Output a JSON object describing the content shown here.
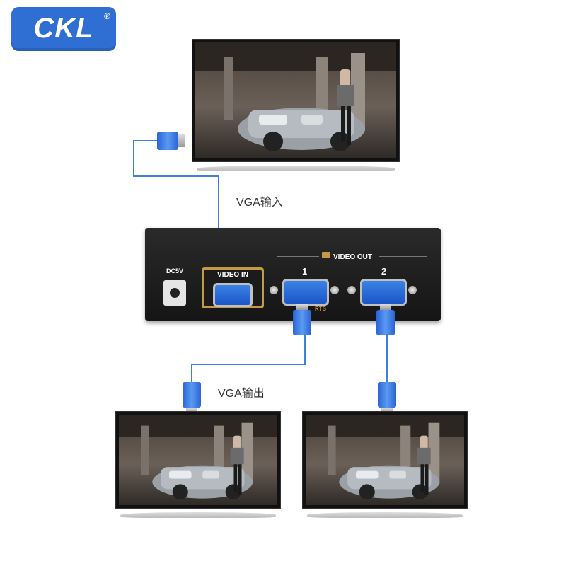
{
  "brand": {
    "logo_text": "CKL",
    "registered_mark": "®"
  },
  "labels": {
    "vga_input": "VGA输入",
    "vga_output": "VGA输出"
  },
  "splitter": {
    "video_in": "VIDEO IN",
    "video_out": "VIDEO OUT",
    "port_1": "1",
    "port_2": "2",
    "dc_label": "DC5V",
    "ports_label": "RTS"
  },
  "colors": {
    "cable": "#3f7fe0",
    "logo_bg": "#2f6fd3",
    "port_box": "#c69a45"
  }
}
